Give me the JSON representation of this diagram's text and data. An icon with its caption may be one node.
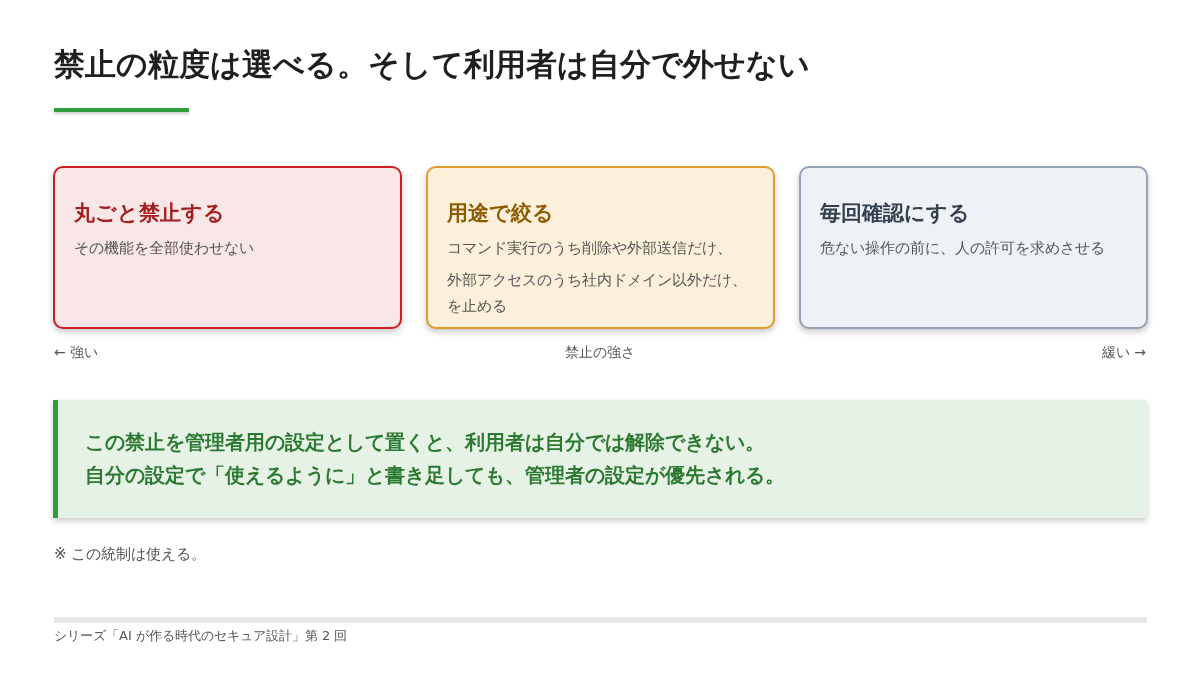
{
  "diagram": {
    "title": "禁止の粒度は選べる。そして利用者は自分で外せない",
    "nodes": [
      {
        "text": [
          "丸ごと禁止する",
          "その機能を全部使わせない"
        ]
      },
      {
        "text": [
          "用途で絞る",
          "コマンド実行のうち削除や外部送信だけ、",
          "外部アクセスのうち社内ドメイン以外だけ、を止める"
        ]
      },
      {
        "text": [
          "毎回確認にする",
          "危ない操作の前に、人の許可を求めさせる"
        ]
      },
      {
        "text": [
          "この禁止を管理者用の設定として置くと、利用者は自分では解除できない。",
          "自分の設定で「使えるように」と書き足しても、管理者の設定が優先される。"
        ]
      }
    ],
    "labels": [
      "← 強い",
      "禁止の強さ",
      "緩い →",
      "※ この統制は使える。",
      "シリーズ「AI が作る時代のセキュア設計」第 2 回"
    ]
  }
}
